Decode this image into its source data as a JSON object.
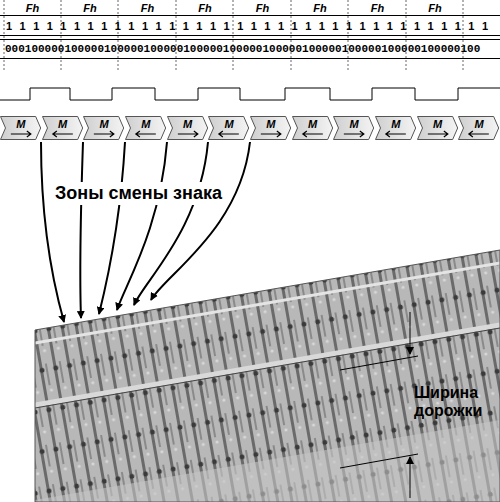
{
  "diagram": {
    "nodes": [
      {
        "text": [
          "M"
        ]
      },
      {
        "text": [
          "M"
        ]
      },
      {
        "text": [
          "M"
        ]
      },
      {
        "text": [
          "M"
        ]
      },
      {
        "text": [
          "M"
        ]
      },
      {
        "text": [
          "M"
        ]
      },
      {
        "text": [
          "M"
        ]
      },
      {
        "text": [
          "M"
        ]
      },
      {
        "text": [
          "M"
        ]
      },
      {
        "text": [
          "M"
        ]
      },
      {
        "text": [
          "M"
        ]
      },
      {
        "text": [
          "M"
        ]
      }
    ],
    "labels": [
      "Fh",
      "Fh",
      "Fh",
      "Fh",
      "Fh",
      "Fh",
      "Fh",
      "Fh",
      "1",
      "1",
      "1",
      "1",
      "1",
      "1",
      "1",
      "1",
      "1",
      "1",
      "1",
      "1",
      "1",
      "1",
      "1",
      "1",
      "1",
      "1",
      "1",
      "1",
      "1",
      "1",
      "1",
      "1",
      "1",
      "1",
      "1",
      "1",
      "1",
      "1",
      "1",
      "1",
      "1",
      "1",
      "1",
      "1",
      "000100000100000100000100000100000100000100000100000100000100000100000100",
      "Зоны смены знака",
      "Ширина дорожки"
    ]
  }
}
